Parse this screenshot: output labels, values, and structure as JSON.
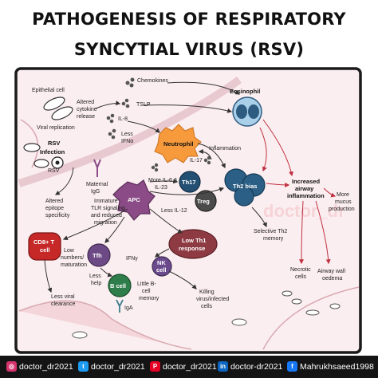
{
  "title": {
    "line1": "PATHOGENESIS OF RESPIRATORY",
    "line2": "SYNCYTIAL VIRUS (RSV)"
  },
  "labels": {
    "epithelial_cell": "Epithelial cell",
    "chemokines": "Chemokines",
    "altered_cytokine": [
      "Altered",
      "cytokine",
      "release"
    ],
    "tslp": "TSLP",
    "il8": "IL-8",
    "eosinophil": "Eosinophil",
    "viral_replication": "Viral replication",
    "less_ifna": [
      "Less",
      "IFNα"
    ],
    "neutrophil": "Neutrophil",
    "inflammation": "Inflammation",
    "rsv_infection": [
      "RSV",
      "Infection"
    ],
    "rsv": "RSV",
    "il17": "IL-17",
    "more_il6": [
      "More IL-6 &",
      "IL-23"
    ],
    "th17": "Th17",
    "th2_bias": "Th2 bias",
    "treg": "Treg",
    "maternal_igg": [
      "Maternal",
      "IgG"
    ],
    "increased_airway": [
      "Increased",
      "airway",
      "inflammation"
    ],
    "more_mucus": [
      "More",
      "mucus",
      "production"
    ],
    "apc": "APC",
    "altered_epitope": [
      "Altered",
      "epitope",
      "specificity"
    ],
    "immature_tlr": [
      "Immature",
      "TLR signaling",
      "and reduced",
      "migration"
    ],
    "less_il12": "Less IL-12",
    "cd8": [
      "CD8+ T",
      "cell"
    ],
    "low_th1": [
      "Low Th1",
      "response"
    ],
    "selective_th2": [
      "Selective Th2",
      "memory"
    ],
    "low_numbers": [
      "Low",
      "numbers/",
      "maturation"
    ],
    "tfh": "Tfh",
    "ifny": "IFNγ",
    "nk_cell": [
      "NK",
      "cell"
    ],
    "less_help": [
      "Less",
      "help"
    ],
    "necrotic_cells": [
      "Necrotic",
      "cells"
    ],
    "airway_wall": [
      "Airway wall",
      "oedema"
    ],
    "b_cell": "B cell",
    "little_b": [
      "Little B-",
      "cell",
      "memory"
    ],
    "killing": [
      "Killing",
      "virus/infected",
      "cells"
    ],
    "less_viral": [
      "Less viral",
      "clearance"
    ],
    "iga": "IgA",
    "watermark": "doctor_dr"
  },
  "footer": [
    {
      "icon": "instagram-icon",
      "text": "doctor_dr2021",
      "color": "#d6336c"
    },
    {
      "icon": "twitter-icon",
      "text": "doctor_dr2021",
      "color": "#1d9bf0"
    },
    {
      "icon": "pinterest-icon",
      "text": "doctor_dr2021",
      "color": "#e60023"
    },
    {
      "icon": "linkedin-icon",
      "text": "doctor-dr2021",
      "color": "#0a66c2"
    },
    {
      "icon": "facebook-icon",
      "text": "Mahrukhsaeed1998",
      "color": "#1877f2"
    }
  ],
  "colors": {
    "background": "#fbeef0",
    "border": "#1a1a1a",
    "neutrophil": "#f79a3c",
    "eosinophil": "#7fb4dc",
    "apc": "#8a4b86",
    "th17": "#234f73",
    "treg": "#4b4b4b",
    "low_th1": "#8e3a42",
    "cd8": "#c62828",
    "tfh": "#6d4a85",
    "nk": "#6a4a8c",
    "b_cell": "#2f7d4a",
    "arrow": "#c03040",
    "footer": "#141414"
  }
}
